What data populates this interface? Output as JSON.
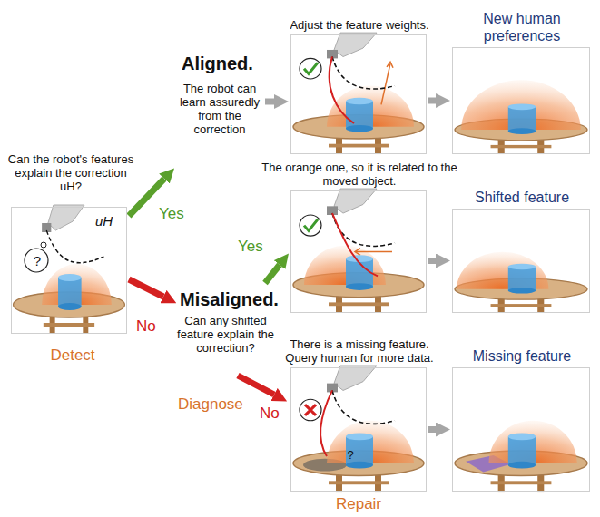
{
  "diagram": {
    "nodes": [
      {
        "text": [
          "uH",
          "?"
        ]
      },
      {
        "text": [
          "Adjust the feature weights."
        ]
      },
      {
        "text": [
          "New human preferences"
        ]
      },
      {
        "text": [
          "The orange one, so it is related to the moved object."
        ]
      },
      {
        "text": [
          "Shifted feature"
        ]
      },
      {
        "text": [
          "There is a missing feature. Query human for more data.",
          "?"
        ]
      },
      {
        "text": [
          "Missing feature"
        ]
      }
    ],
    "edges": [
      {
        "from": 1,
        "to": 2,
        "arrow": "to"
      },
      {
        "from": 3,
        "to": 4,
        "arrow": "to"
      },
      {
        "from": 5,
        "to": 6,
        "arrow": "to"
      }
    ],
    "labels": [
      "Aligned.",
      "The robot can learn assuredly from the correction",
      "Can the robot's features explain the correction uH?",
      "Yes",
      "Misaligned.",
      "Can any shifted feature explain the correction?",
      "Yes",
      "No",
      "Detect",
      "Diagnose",
      "No",
      "Repair"
    ]
  }
}
